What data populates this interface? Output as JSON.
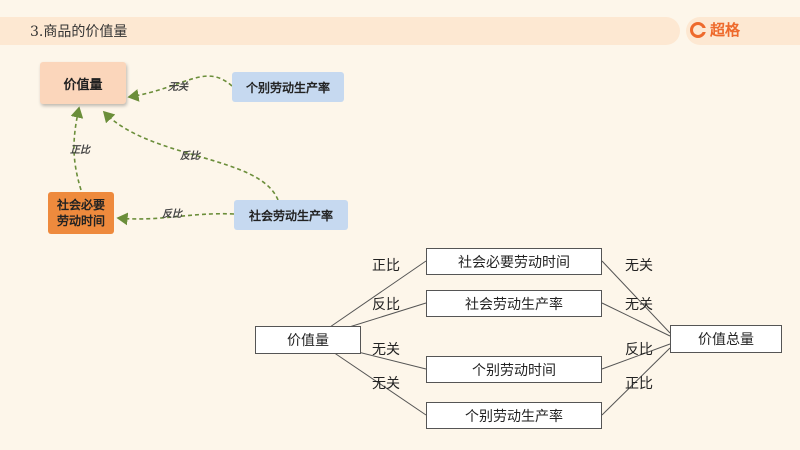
{
  "header": {
    "title": "3.商品的价值量",
    "logo_text": "超格"
  },
  "concept_map": {
    "value_box": "价值量",
    "individual_rate_box": "个别劳动生产率",
    "social_time_box": "社会必要\n劳动时间",
    "social_rate_box": "社会劳动生产率",
    "edge_individual_to_value": "无关",
    "edge_social_rate_to_value": "反比",
    "edge_social_time_to_value": "正比",
    "edge_social_rate_to_social_time": "反比"
  },
  "tree": {
    "root": "价值量",
    "total": "价值总量",
    "nodes": [
      "社会必要劳动时间",
      "社会劳动生产率",
      "个别劳动时间",
      "个别劳动生产率"
    ],
    "left_labels": [
      "正比",
      "反比",
      "无关",
      "无关"
    ],
    "right_labels": [
      "无关",
      "无关",
      "反比",
      "正比"
    ]
  },
  "colors": {
    "accent": "#ee6a2c",
    "arrow": "#6b8e3a",
    "blue_box": "#c6d9f0",
    "orange_box": "#ee8a3d",
    "peach_box": "#fbd6bb"
  }
}
